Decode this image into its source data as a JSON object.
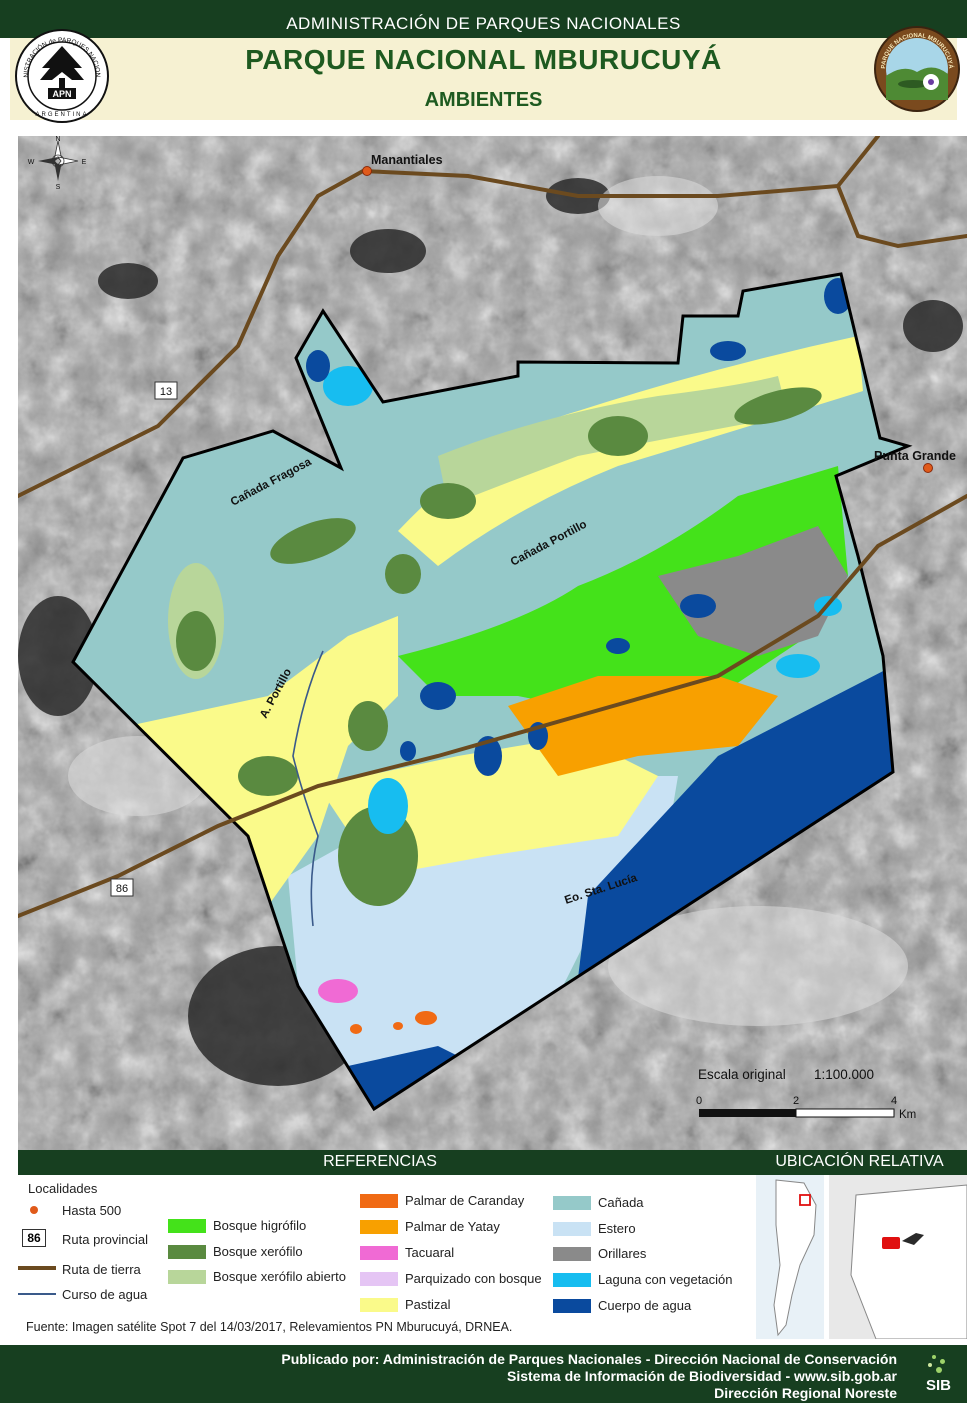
{
  "header": {
    "agency": "ADMINISTRACIÓN DE PARQUES NACIONALES",
    "park_title": "PARQUE NACIONAL MBURUCUYÁ",
    "map_subject": "AMBIENTES",
    "apn_logo": {
      "arc_text": "ADMINISTRACIÓN de PARQUES NACIONALES",
      "badge": "APN",
      "bottom_text": "ARGENTINA"
    },
    "pn_logo": {
      "arc_text": "PARQUE NACIONAL MBURUCUYÁ"
    }
  },
  "map": {
    "compass": {
      "n": "N",
      "s": "S",
      "e": "E",
      "w": "W"
    },
    "towns": [
      {
        "name": "Manantiales"
      },
      {
        "name": "Punta Grande"
      }
    ],
    "roads": [
      {
        "number": "13"
      },
      {
        "number": "86"
      }
    ],
    "feature_labels": [
      "Cañada Fragosa",
      "Cañada Portillo",
      "A. Portillo",
      "Eo. Sta. Lucía"
    ],
    "scale": {
      "label": "Escala original",
      "ratio": "1:100.000",
      "ticks": [
        "0",
        "2",
        "4"
      ],
      "unit": "Km"
    }
  },
  "legend": {
    "title": "REFERENCIAS",
    "localidades_heading": "Localidades",
    "point_items": [
      {
        "label": "Hasta 500",
        "symbol": "dot-icon"
      },
      {
        "label": "Ruta provincial",
        "symbol": "route-shield-icon",
        "shield_text": "86"
      },
      {
        "label": "Ruta de tierra",
        "symbol": "dirt-road-line-icon"
      },
      {
        "label": "Curso de agua",
        "symbol": "stream-line-icon"
      }
    ],
    "columns": [
      [
        {
          "label": "Bosque higrófilo",
          "color": "#44e21a"
        },
        {
          "label": "Bosque xerófilo",
          "color": "#5a8a40"
        },
        {
          "label": "Bosque xerófilo abierto",
          "color": "#b8d69a"
        }
      ],
      [
        {
          "label": "Palmar de Caranday",
          "color": "#f06a14"
        },
        {
          "label": "Palmar de Yatay",
          "color": "#f8a000"
        },
        {
          "label": "Tacuaral",
          "color": "#f06ad4"
        },
        {
          "label": "Parquizado con bosque",
          "color": "#e5c5f4"
        },
        {
          "label": "Pastizal",
          "color": "#fafa8a"
        }
      ],
      [
        {
          "label": "Cañada",
          "color": "#95c9c9"
        },
        {
          "label": "Estero",
          "color": "#c9e2f4"
        },
        {
          "label": "Orillares",
          "color": "#8a8a8a"
        },
        {
          "label": "Laguna con vegetación",
          "color": "#17bdf0"
        },
        {
          "label": "Cuerpo de agua",
          "color": "#0a4a9e"
        }
      ]
    ],
    "source": "Fuente: Imagen satélite Spot 7 del 14/03/2017, Relevamientos PN Mburucuyá, DRNEA."
  },
  "location": {
    "title": "UBICACIÓN RELATIVA"
  },
  "footer": {
    "line1": "Publicado por: Administración de Parques Nacionales - Dirección Nacional de Conservación",
    "line2": "Sistema de Información de Biodiversidad - www.sib.gob.ar",
    "line3": "Dirección Regional Noreste",
    "sib_logo": "SIB"
  },
  "colors": {
    "header_band": "#173f20",
    "header_panel": "#f6f1d2",
    "title_green": "#1e5a20",
    "road_dirt": "#6b4a1f",
    "road_paved": "#5a3e1c",
    "town_dot": "#e05a1a",
    "park_boundary": "#000000"
  }
}
